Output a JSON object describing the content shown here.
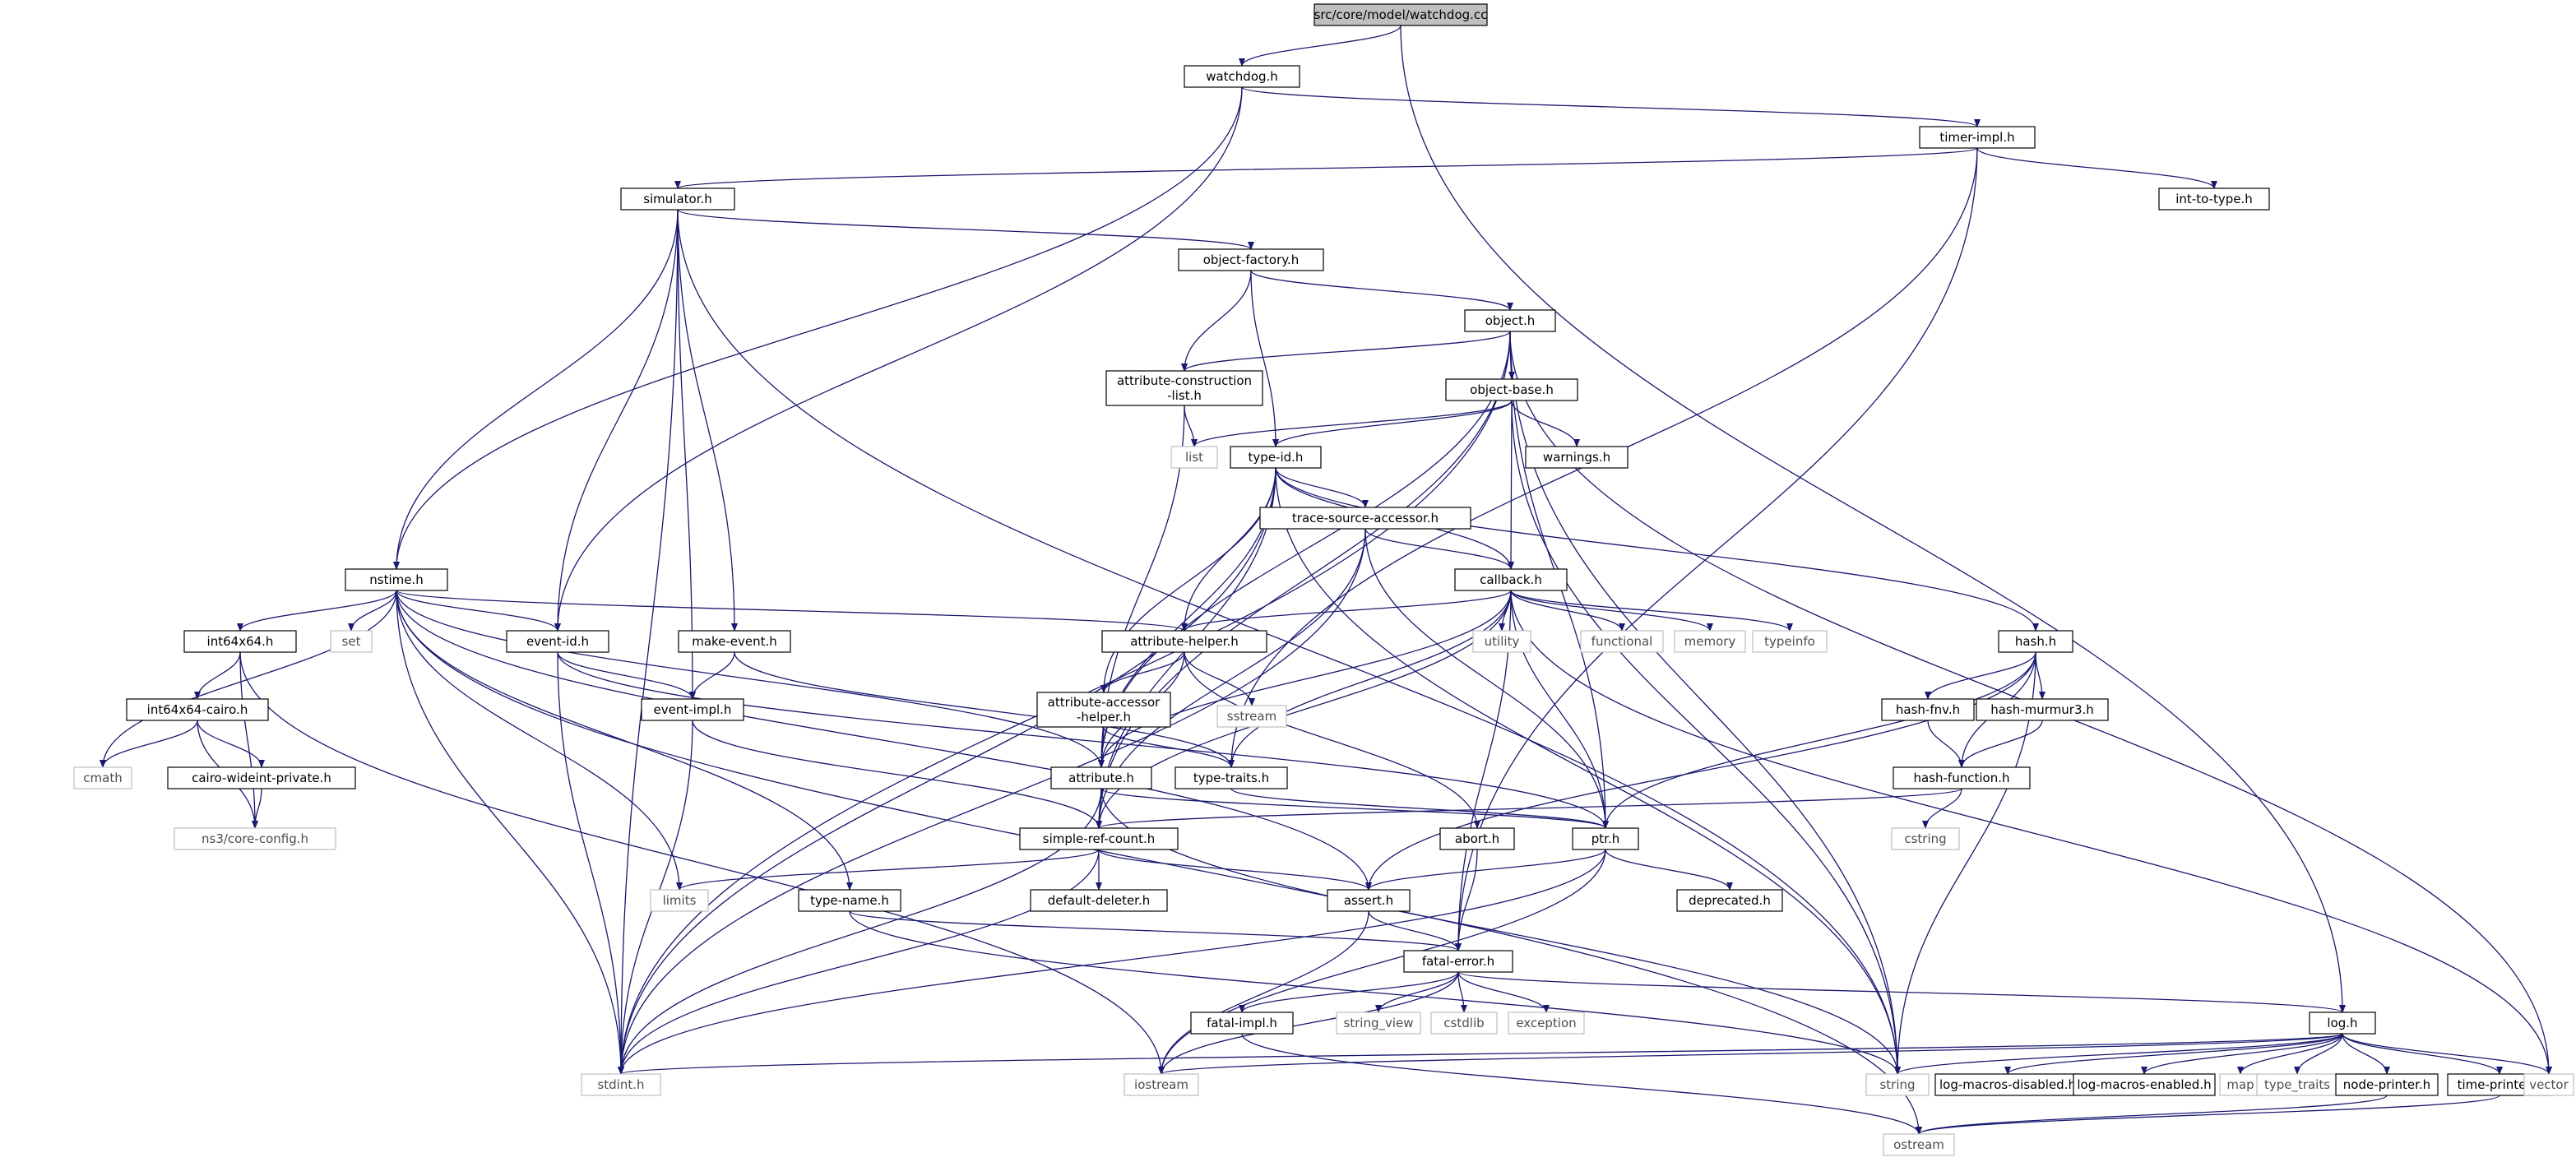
{
  "colors": {
    "edge": "#191970",
    "node_border": "#000000",
    "external_border": "#bfbfbf",
    "external_text": "#4d4d4d",
    "root_fill": "#bfbfbf",
    "text": "#000000"
  },
  "graph": {
    "nodes": [
      {
        "id": "watchdog_cc",
        "label": "src/core/model/watchdog.cc",
        "kind": "root"
      },
      {
        "id": "watchdog_h",
        "label": "watchdog.h",
        "kind": "file"
      },
      {
        "id": "timer_impl_h",
        "label": "timer-impl.h",
        "kind": "file"
      },
      {
        "id": "simulator_h",
        "label": "simulator.h",
        "kind": "file"
      },
      {
        "id": "int_to_type_h",
        "label": "int-to-type.h",
        "kind": "file"
      },
      {
        "id": "object_factory_h",
        "label": "object-factory.h",
        "kind": "file"
      },
      {
        "id": "object_h",
        "label": "object.h",
        "kind": "file"
      },
      {
        "id": "attr_construction_h",
        "label": "attribute-construction\n-list.h",
        "kind": "file"
      },
      {
        "id": "object_base_h",
        "label": "object-base.h",
        "kind": "file"
      },
      {
        "id": "list",
        "label": "list",
        "kind": "external"
      },
      {
        "id": "warnings_h",
        "label": "warnings.h",
        "kind": "file"
      },
      {
        "id": "type_id_h",
        "label": "type-id.h",
        "kind": "file"
      },
      {
        "id": "trace_source_h",
        "label": "trace-source-accessor.h",
        "kind": "file"
      },
      {
        "id": "callback_h",
        "label": "callback.h",
        "kind": "file"
      },
      {
        "id": "nstime_h",
        "label": "nstime.h",
        "kind": "file"
      },
      {
        "id": "int64x64_h",
        "label": "int64x64.h",
        "kind": "file"
      },
      {
        "id": "set",
        "label": "set",
        "kind": "external"
      },
      {
        "id": "event_id_h",
        "label": "event-id.h",
        "kind": "file"
      },
      {
        "id": "make_event_h",
        "label": "make-event.h",
        "kind": "file"
      },
      {
        "id": "attribute_helper_h",
        "label": "attribute-helper.h",
        "kind": "file"
      },
      {
        "id": "utility",
        "label": "utility",
        "kind": "external"
      },
      {
        "id": "functional",
        "label": "functional",
        "kind": "external"
      },
      {
        "id": "memory",
        "label": "memory",
        "kind": "external"
      },
      {
        "id": "typeinfo",
        "label": "typeinfo",
        "kind": "external"
      },
      {
        "id": "hash_h",
        "label": "hash.h",
        "kind": "file"
      },
      {
        "id": "int64x64_cairo_h",
        "label": "int64x64-cairo.h",
        "kind": "file"
      },
      {
        "id": "event_impl_h",
        "label": "event-impl.h",
        "kind": "file"
      },
      {
        "id": "attr_accessor_h",
        "label": "attribute-accessor\n-helper.h",
        "kind": "file"
      },
      {
        "id": "sstream",
        "label": "sstream",
        "kind": "external"
      },
      {
        "id": "hash_fnv_h",
        "label": "hash-fnv.h",
        "kind": "file"
      },
      {
        "id": "hash_murmur3_h",
        "label": "hash-murmur3.h",
        "kind": "file"
      },
      {
        "id": "cmath",
        "label": "cmath",
        "kind": "external"
      },
      {
        "id": "cairo_wideint_h",
        "label": "cairo-wideint-private.h",
        "kind": "file"
      },
      {
        "id": "attribute_h",
        "label": "attribute.h",
        "kind": "file"
      },
      {
        "id": "type_traits_h",
        "label": "type-traits.h",
        "kind": "file"
      },
      {
        "id": "hash_function_h",
        "label": "hash-function.h",
        "kind": "file"
      },
      {
        "id": "ns3_config_h",
        "label": "ns3/core-config.h",
        "kind": "external"
      },
      {
        "id": "simple_ref_count_h",
        "label": "simple-ref-count.h",
        "kind": "file"
      },
      {
        "id": "abort_h",
        "label": "abort.h",
        "kind": "file"
      },
      {
        "id": "ptr_h",
        "label": "ptr.h",
        "kind": "file"
      },
      {
        "id": "cstring",
        "label": "cstring",
        "kind": "external"
      },
      {
        "id": "limits",
        "label": "limits",
        "kind": "external"
      },
      {
        "id": "type_name_h",
        "label": "type-name.h",
        "kind": "file"
      },
      {
        "id": "default_deleter_h",
        "label": "default-deleter.h",
        "kind": "file"
      },
      {
        "id": "assert_h",
        "label": "assert.h",
        "kind": "file"
      },
      {
        "id": "deprecated_h",
        "label": "deprecated.h",
        "kind": "file"
      },
      {
        "id": "fatal_error_h",
        "label": "fatal-error.h",
        "kind": "file"
      },
      {
        "id": "fatal_impl_h",
        "label": "fatal-impl.h",
        "kind": "file"
      },
      {
        "id": "string_view",
        "label": "string_view",
        "kind": "external"
      },
      {
        "id": "cstdlib",
        "label": "cstdlib",
        "kind": "external"
      },
      {
        "id": "exception",
        "label": "exception",
        "kind": "external"
      },
      {
        "id": "log_h",
        "label": "log.h",
        "kind": "file"
      },
      {
        "id": "stdint_h",
        "label": "stdint.h",
        "kind": "external"
      },
      {
        "id": "iostream",
        "label": "iostream",
        "kind": "external"
      },
      {
        "id": "string",
        "label": "string",
        "kind": "external"
      },
      {
        "id": "log_macros_disabled_h",
        "label": "log-macros-disabled.h",
        "kind": "file"
      },
      {
        "id": "log_macros_enabled_h",
        "label": "log-macros-enabled.h",
        "kind": "file"
      },
      {
        "id": "map",
        "label": "map",
        "kind": "external"
      },
      {
        "id": "type_traits",
        "label": "type_traits",
        "kind": "external"
      },
      {
        "id": "node_printer_h",
        "label": "node-printer.h",
        "kind": "file"
      },
      {
        "id": "time_printer_h",
        "label": "time-printer.h",
        "kind": "file"
      },
      {
        "id": "vector",
        "label": "vector",
        "kind": "external"
      },
      {
        "id": "ostream",
        "label": "ostream",
        "kind": "external"
      }
    ],
    "edges": [
      [
        "watchdog_cc",
        "watchdog_h"
      ],
      [
        "watchdog_cc",
        "log_h"
      ],
      [
        "watchdog_h",
        "nstime_h"
      ],
      [
        "watchdog_h",
        "event_id_h"
      ],
      [
        "watchdog_h",
        "timer_impl_h"
      ],
      [
        "timer_impl_h",
        "simulator_h"
      ],
      [
        "timer_impl_h",
        "int_to_type_h"
      ],
      [
        "timer_impl_h",
        "type_traits_h"
      ],
      [
        "timer_impl_h",
        "fatal_error_h"
      ],
      [
        "simulator_h",
        "object_factory_h"
      ],
      [
        "simulator_h",
        "nstime_h"
      ],
      [
        "simulator_h",
        "event_id_h"
      ],
      [
        "simulator_h",
        "event_impl_h"
      ],
      [
        "simulator_h",
        "make_event_h"
      ],
      [
        "simulator_h",
        "stdint_h"
      ],
      [
        "simulator_h",
        "string"
      ],
      [
        "object_factory_h",
        "object_h"
      ],
      [
        "object_factory_h",
        "attr_construction_h"
      ],
      [
        "object_factory_h",
        "type_id_h"
      ],
      [
        "object_h",
        "object_base_h"
      ],
      [
        "object_h",
        "attr_construction_h"
      ],
      [
        "object_h",
        "attribute_h"
      ],
      [
        "object_h",
        "ptr_h"
      ],
      [
        "object_h",
        "simple_ref_count_h"
      ],
      [
        "object_h",
        "stdint_h"
      ],
      [
        "object_h",
        "string"
      ],
      [
        "object_h",
        "vector"
      ],
      [
        "attr_construction_h",
        "attribute_h"
      ],
      [
        "attr_construction_h",
        "list"
      ],
      [
        "object_base_h",
        "list"
      ],
      [
        "object_base_h",
        "type_id_h"
      ],
      [
        "object_base_h",
        "warnings_h"
      ],
      [
        "object_base_h",
        "callback_h"
      ],
      [
        "object_base_h",
        "string"
      ],
      [
        "type_id_h",
        "trace_source_h"
      ],
      [
        "type_id_h",
        "callback_h"
      ],
      [
        "type_id_h",
        "hash_h"
      ],
      [
        "type_id_h",
        "attribute_helper_h"
      ],
      [
        "type_id_h",
        "attr_accessor_h"
      ],
      [
        "type_id_h",
        "attribute_h"
      ],
      [
        "type_id_h",
        "simple_ref_count_h"
      ],
      [
        "type_id_h",
        "stdint_h"
      ],
      [
        "type_id_h",
        "string"
      ],
      [
        "trace_source_h",
        "callback_h"
      ],
      [
        "trace_source_h",
        "ptr_h"
      ],
      [
        "trace_source_h",
        "simple_ref_count_h"
      ],
      [
        "trace_source_h",
        "stdint_h"
      ],
      [
        "callback_h",
        "attribute_helper_h"
      ],
      [
        "callback_h",
        "utility"
      ],
      [
        "callback_h",
        "functional"
      ],
      [
        "callback_h",
        "memory"
      ],
      [
        "callback_h",
        "typeinfo"
      ],
      [
        "callback_h",
        "ptr_h"
      ],
      [
        "callback_h",
        "attribute_h"
      ],
      [
        "callback_h",
        "type_traits_h"
      ],
      [
        "callback_h",
        "simple_ref_count_h"
      ],
      [
        "callback_h",
        "fatal_error_h"
      ],
      [
        "callback_h",
        "vector"
      ],
      [
        "nstime_h",
        "int64x64_h"
      ],
      [
        "nstime_h",
        "set"
      ],
      [
        "nstime_h",
        "event_id_h"
      ],
      [
        "nstime_h",
        "attribute_helper_h"
      ],
      [
        "nstime_h",
        "attribute_h"
      ],
      [
        "nstime_h",
        "assert_h"
      ],
      [
        "nstime_h",
        "type_name_h"
      ],
      [
        "nstime_h",
        "limits"
      ],
      [
        "nstime_h",
        "cmath"
      ],
      [
        "nstime_h",
        "stdint_h"
      ],
      [
        "nstime_h",
        "ostream"
      ],
      [
        "int64x64_h",
        "int64x64_cairo_h"
      ],
      [
        "int64x64_h",
        "ns3_config_h"
      ],
      [
        "int64x64_h",
        "iostream"
      ],
      [
        "int64x64_cairo_h",
        "cairo_wideint_h"
      ],
      [
        "int64x64_cairo_h",
        "cmath"
      ],
      [
        "int64x64_cairo_h",
        "ns3_config_h"
      ],
      [
        "cairo_wideint_h",
        "ns3_config_h"
      ],
      [
        "event_id_h",
        "event_impl_h"
      ],
      [
        "event_id_h",
        "ptr_h"
      ],
      [
        "event_id_h",
        "stdint_h"
      ],
      [
        "make_event_h",
        "event_impl_h"
      ],
      [
        "make_event_h",
        "type_traits_h"
      ],
      [
        "event_impl_h",
        "simple_ref_count_h"
      ],
      [
        "event_impl_h",
        "stdint_h"
      ],
      [
        "attribute_helper_h",
        "attr_accessor_h"
      ],
      [
        "attribute_helper_h",
        "attribute_h"
      ],
      [
        "attribute_helper_h",
        "sstream"
      ],
      [
        "attribute_helper_h",
        "abort_h"
      ],
      [
        "attr_accessor_h",
        "attribute_h"
      ],
      [
        "attr_accessor_h",
        "type_traits_h"
      ],
      [
        "hash_h",
        "hash_fnv_h"
      ],
      [
        "hash_h",
        "hash_murmur3_h"
      ],
      [
        "hash_h",
        "hash_function_h"
      ],
      [
        "hash_h",
        "ptr_h"
      ],
      [
        "hash_h",
        "assert_h"
      ],
      [
        "hash_h",
        "string"
      ],
      [
        "hash_fnv_h",
        "hash_function_h"
      ],
      [
        "hash_murmur3_h",
        "hash_function_h"
      ],
      [
        "hash_function_h",
        "simple_ref_count_h"
      ],
      [
        "hash_function_h",
        "cstring"
      ],
      [
        "attribute_h",
        "ptr_h"
      ],
      [
        "attribute_h",
        "simple_ref_count_h"
      ],
      [
        "attribute_h",
        "stdint_h"
      ],
      [
        "attribute_h",
        "string"
      ],
      [
        "type_traits_h",
        "ptr_h"
      ],
      [
        "simple_ref_count_h",
        "default_deleter_h"
      ],
      [
        "simple_ref_count_h",
        "assert_h"
      ],
      [
        "simple_ref_count_h",
        "limits"
      ],
      [
        "simple_ref_count_h",
        "stdint_h"
      ],
      [
        "abort_h",
        "fatal_error_h"
      ],
      [
        "ptr_h",
        "assert_h"
      ],
      [
        "ptr_h",
        "deprecated_h"
      ],
      [
        "ptr_h",
        "iostream"
      ],
      [
        "ptr_h",
        "stdint_h"
      ],
      [
        "type_name_h",
        "fatal_error_h"
      ],
      [
        "type_name_h",
        "string"
      ],
      [
        "assert_h",
        "fatal_error_h"
      ],
      [
        "assert_h",
        "iostream"
      ],
      [
        "fatal_error_h",
        "fatal_impl_h"
      ],
      [
        "fatal_error_h",
        "log_h"
      ],
      [
        "fatal_error_h",
        "string_view"
      ],
      [
        "fatal_error_h",
        "cstdlib"
      ],
      [
        "fatal_error_h",
        "exception"
      ],
      [
        "fatal_error_h",
        "iostream"
      ],
      [
        "fatal_impl_h",
        "ostream"
      ],
      [
        "log_h",
        "log_macros_disabled_h"
      ],
      [
        "log_h",
        "log_macros_enabled_h"
      ],
      [
        "log_h",
        "node_printer_h"
      ],
      [
        "log_h",
        "time_printer_h"
      ],
      [
        "log_h",
        "map"
      ],
      [
        "log_h",
        "type_traits"
      ],
      [
        "log_h",
        "vector"
      ],
      [
        "log_h",
        "string"
      ],
      [
        "log_h",
        "iostream"
      ],
      [
        "log_h",
        "stdint_h"
      ],
      [
        "node_printer_h",
        "ostream"
      ],
      [
        "time_printer_h",
        "ostream"
      ]
    ]
  }
}
